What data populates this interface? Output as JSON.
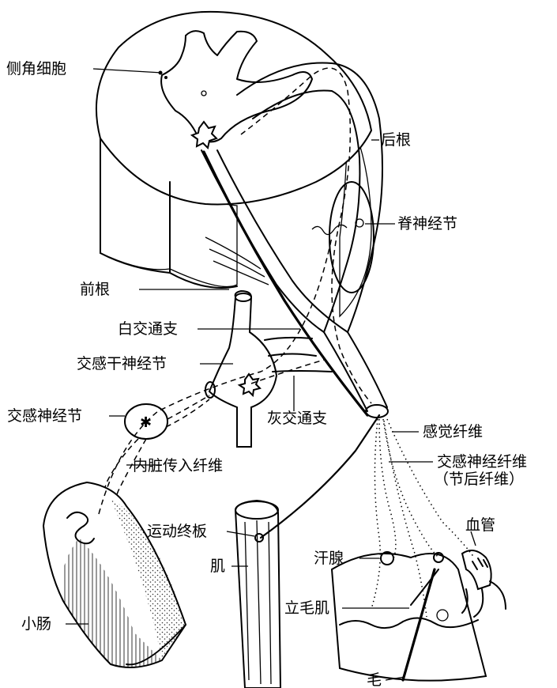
{
  "labels": {
    "lateral_horn_cells": "侧角细胞",
    "dorsal_root": "后根",
    "spinal_ganglion": "脊神经节",
    "ventral_root": "前根",
    "white_ramus": "白交通支",
    "sympathetic_trunk_ganglion": "交感干神经节",
    "sympathetic_ganglion": "交感神经节",
    "gray_ramus": "灰交通支",
    "sensory_fiber": "感觉纤维",
    "sympathetic_fiber": "交感神经纤维",
    "postganglionic_fiber": "（节后纤维）",
    "visceral_afferent": "内脏传入纤维",
    "motor_end_plate": "运动终板",
    "sweat_gland": "汗腺",
    "blood_vessel": "血管",
    "muscle": "肌",
    "arrector_pili": "立毛肌",
    "small_intestine": "小肠",
    "hair": "毛"
  }
}
